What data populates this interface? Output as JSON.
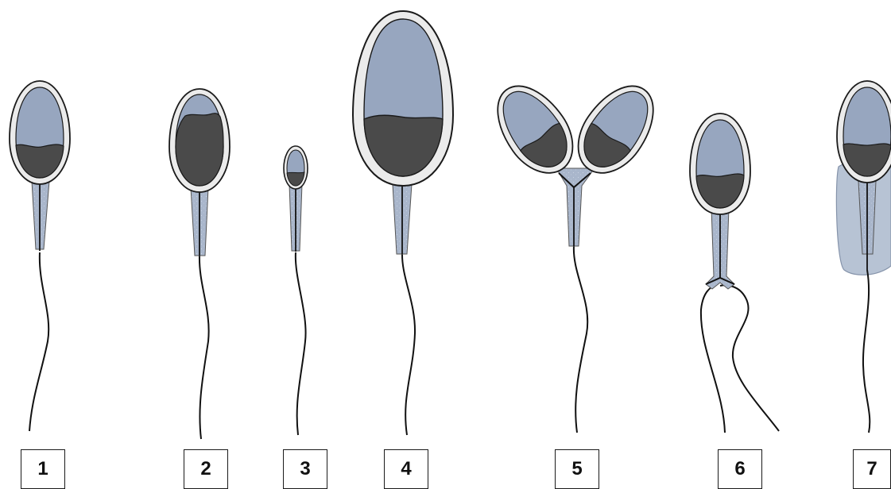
{
  "figure": {
    "labels": [
      "1",
      "2",
      "3",
      "4",
      "5",
      "6",
      "7"
    ]
  },
  "colors": {
    "membrane_fill": "#ebebeb",
    "outline": "#1a1a1a",
    "acrosome": "#97a6bf",
    "nucleus": "#4a4a4a",
    "midpiece": "#a9b6cb",
    "cytoplasm_droplet": "#b4c0d2",
    "tail": "#111111"
  }
}
